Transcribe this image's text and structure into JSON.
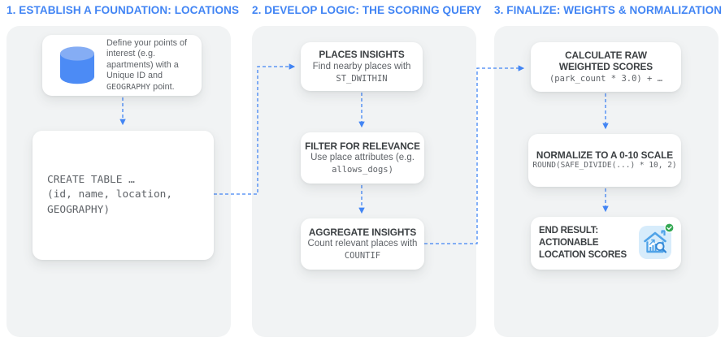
{
  "theme": {
    "accent_blue": "#4285F4",
    "panel_bg": "#F1F3F4",
    "card_bg": "#FFFFFF",
    "title_text": "#3C4043",
    "body_text": "#5F6368",
    "code_text": "#5F6368",
    "success_green": "#34A853",
    "db_icon_body": "#4C8BF5",
    "db_icon_top": "#85ADF4",
    "result_icon_bg": "#D7ECFB",
    "result_icon_blue": "#4FA3E8"
  },
  "diagram": {
    "columns": [
      {
        "header": "1. ESTABLISH A FOUNDATION: LOCATIONS",
        "cards": [
          {
            "icon": "database-icon",
            "text_before": "Define your points of interest (e.g. apartments) with a Unique ID and ",
            "inline_code": "GEOGRAPHY",
            "text_after": " point."
          },
          {
            "code_block": "CREATE TABLE …\n(id, name, location,\nGEOGRAPHY)"
          }
        ]
      },
      {
        "header": "2. DEVELOP LOGIC: THE SCORING QUERY",
        "cards": [
          {
            "title": "PLACES INSIGHTS",
            "description": "Find nearby places with",
            "code": "ST_DWITHIN"
          },
          {
            "title": "FILTER FOR RELEVANCE",
            "description": "Use place attributes (e.g.",
            "code": "allows_dogs)"
          },
          {
            "title": "AGGREGATE INSIGHTS",
            "description": "Count relevant places with",
            "code": "COUNTIF"
          }
        ]
      },
      {
        "header": "3. FINALIZE: WEIGHTS & NORMALIZATION",
        "cards": [
          {
            "title": "CALCULATE RAW WEIGHTED SCORES",
            "code": "(park_count * 3.0) + …"
          },
          {
            "title": "NORMALIZE TO A 0-10 SCALE",
            "code": "ROUND(SAFE_DIVIDE(...) * 10, 2)"
          },
          {
            "title": "END RESULT: ACTIONABLE LOCATION SCORES",
            "icon": "location-scores-icon",
            "badge": "check-badge"
          }
        ]
      }
    ]
  }
}
